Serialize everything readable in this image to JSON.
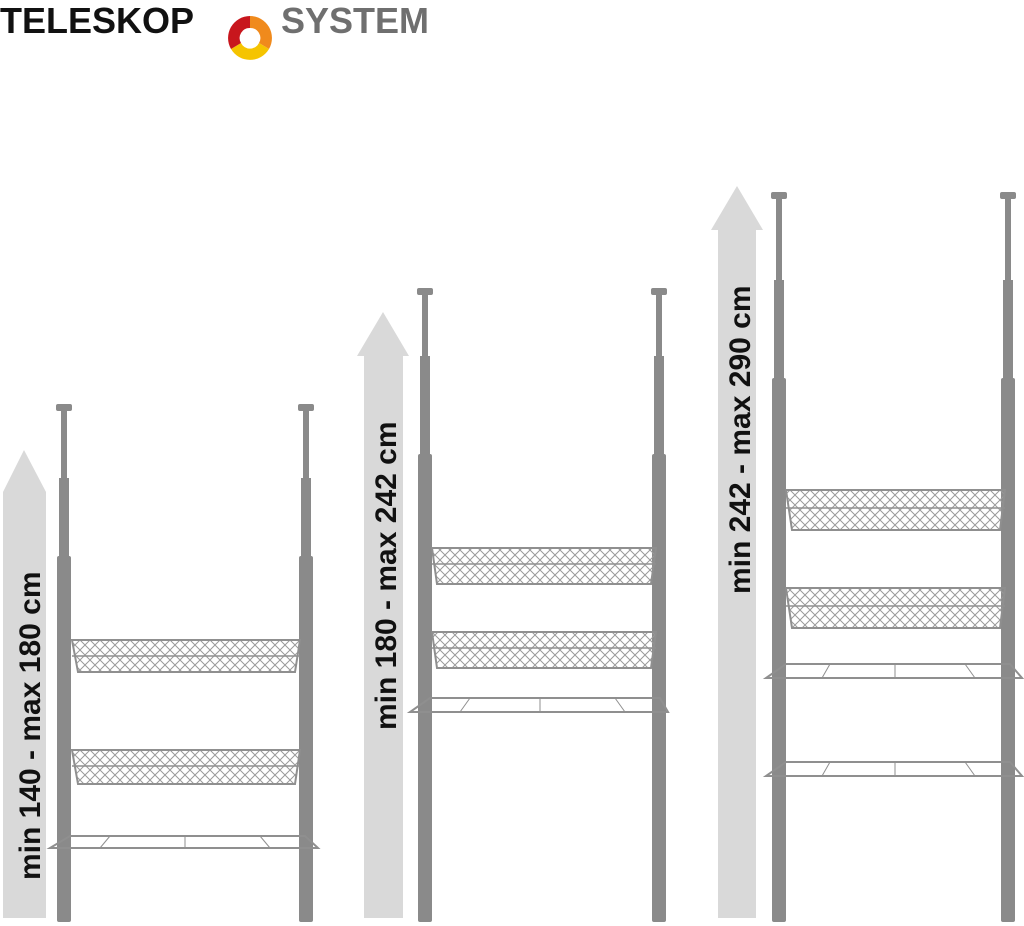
{
  "logo": {
    "word1": "TELESKOP",
    "word2": "SYSTEM",
    "colors": {
      "red": "#c8161d",
      "orange": "#f08a1c",
      "yellow": "#f5c400",
      "dark": "#111111",
      "gray": "#6f6f6f"
    }
  },
  "variants": [
    {
      "label": "min 140 - max 180 cm"
    },
    {
      "label": "min 180 - max 242 cm"
    },
    {
      "label": "min 242 - max 290 cm"
    }
  ],
  "colors": {
    "pole": "#8a8a8a",
    "arrow": "#d9d9d9",
    "wire": "#8f8f8f"
  }
}
